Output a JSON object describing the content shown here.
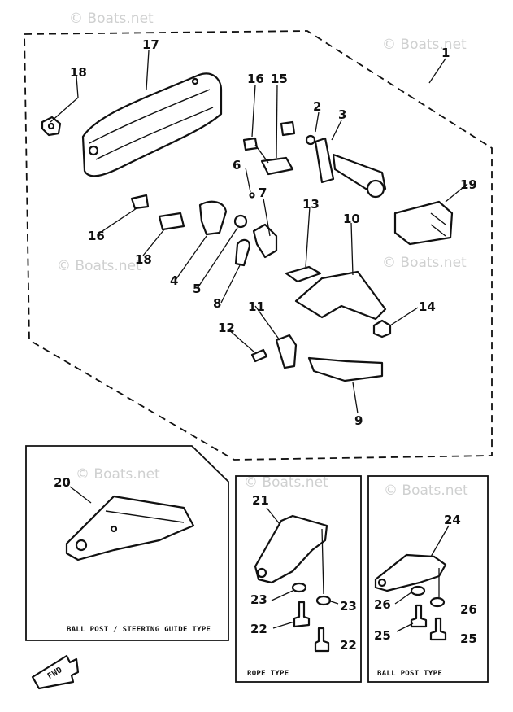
{
  "watermark": "© Boats.net",
  "callouts": {
    "p1": "1",
    "p2": "2",
    "p3": "3",
    "p4": "4",
    "p5": "5",
    "p6": "6",
    "p7": "7",
    "p8": "8",
    "p9": "9",
    "p10": "10",
    "p11": "11",
    "p12": "12",
    "p13": "13",
    "p14": "14",
    "p15": "15",
    "p16a": "16",
    "p16b": "16",
    "p17": "17",
    "p18a": "18",
    "p18b": "18",
    "p19": "19",
    "p20": "20",
    "p21": "21",
    "p22a": "22",
    "p22b": "22",
    "p23a": "23",
    "p23b": "23",
    "p24": "24",
    "p25a": "25",
    "p25b": "25",
    "p26a": "26",
    "p26b": "26"
  },
  "captions": {
    "ball_post_steering": "BALL POST / STEERING GUIDE TYPE",
    "rope": "ROPE TYPE",
    "ball_post": "BALL POST TYPE"
  },
  "fwd_label": "FWD",
  "icons": {
    "arrow": "fwd-arrow-icon"
  }
}
